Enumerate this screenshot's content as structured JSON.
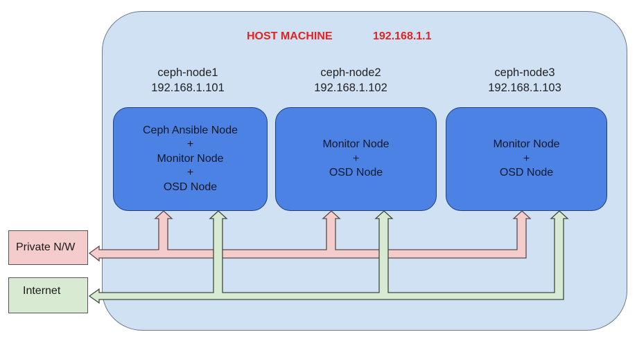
{
  "host": {
    "title": "HOST MACHINE",
    "ip": "192.168.1.1"
  },
  "nodes": [
    {
      "name": "ceph-node1",
      "ip": "192.168.1.101",
      "roles": [
        "Ceph Ansible Node",
        "+",
        "Monitor Node",
        "+",
        "OSD Node"
      ]
    },
    {
      "name": "ceph-node2",
      "ip": "192.168.1.102",
      "roles": [
        "Monitor Node",
        "+",
        "OSD Node"
      ]
    },
    {
      "name": "ceph-node3",
      "ip": "192.168.1.103",
      "roles": [
        "Monitor Node",
        "+",
        "OSD Node"
      ]
    }
  ],
  "networks": {
    "private": "Private N/W",
    "internet": "Internet"
  },
  "colors": {
    "host_fill": "#cfe1f2",
    "host_title": "#e02424",
    "node_fill": "#4b82e4",
    "private_fill": "#f4cccc",
    "internet_fill": "#d9ead3"
  }
}
